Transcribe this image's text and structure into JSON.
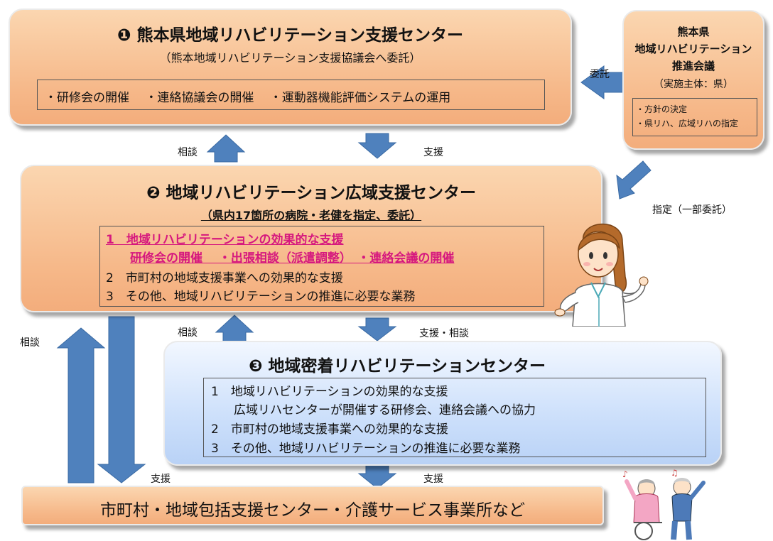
{
  "box1": {
    "title": "❶ 熊本県地域リハビリテーション支援センター",
    "subtitle": "（熊本地域リハビリテーション支援協議会へ委託）",
    "items": "・研修会の開催　 ・連絡協議会の開催　 ・運動器機能評価システムの運用"
  },
  "council": {
    "title1": "熊本県",
    "title2": "地域リハビリテーション",
    "title3": "推進会議",
    "subtitle": "（実施主体：県）",
    "item1": "・方針の決定",
    "item2": "・県リハ、広域リハの指定"
  },
  "box2": {
    "title": "❷ 地域リハビリテーション広域支援センター",
    "subtitle": "（県内17箇所の病院・老健を指定、委託）",
    "line1": "1　地域リハビリテーションの効果的な支援",
    "line2": "研修会の開催　 ・出張相談（派遣調整）　・連絡会議の開催",
    "line3": "2　市町村の地域支援事業への効果的な支援",
    "line4": "3　その他、地域リハビリテーションの推進に必要な業務"
  },
  "box3": {
    "title": "❸ 地域密着リハビリテーションセンター",
    "line1": "1　地域リハビリテーションの効果的な支援",
    "line2": "広域リハセンターが開催する研修会、連絡会議への協力",
    "line3": "2　市町村の地域支援事業への効果的な支援",
    "line4": "3　その他、地域リハビリテーションの推進に必要な業務"
  },
  "box4": {
    "title": "市町村・地域包括支援センター・介護サービス事業所など"
  },
  "labels": {
    "itaku": "委託",
    "shitei": "指定（一部委託）",
    "soudan_a": "相談",
    "shien_a": "支援",
    "soudan_b": "相談",
    "shien_soudan": "支援・相談",
    "soudan_left": "相談",
    "shien_left": "支援",
    "shien_bottom": "支援"
  },
  "colors": {
    "orange_box": "#f6b889",
    "blue_box": "#cde0fb",
    "arrow": "#4f81bd",
    "highlight": "#d6187e"
  }
}
